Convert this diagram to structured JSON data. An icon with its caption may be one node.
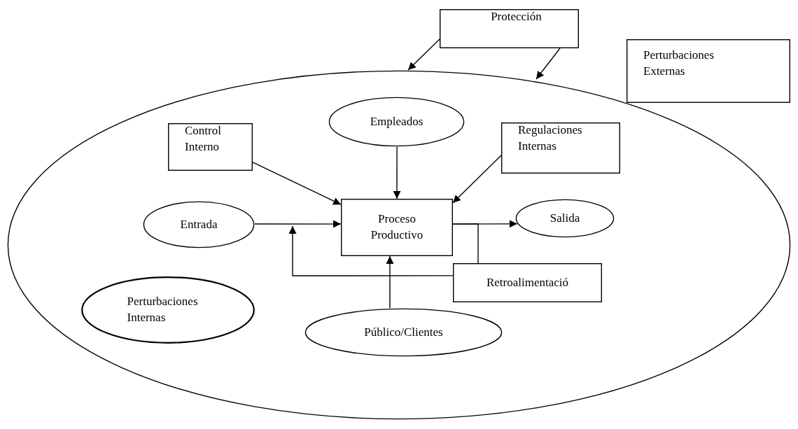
{
  "diagram": {
    "nodes": [
      {
        "text": [],
        "shape": "ellipse"
      },
      {
        "text": [
          "Protección"
        ]
      },
      {
        "text": [
          "Perturbaciones Externas"
        ]
      },
      {
        "text": [
          "Empleados"
        ],
        "in": 0
      },
      {
        "text": [
          "Control Interno"
        ],
        "in": 0
      },
      {
        "text": [
          "Regulaciones Internas"
        ],
        "in": 0
      },
      {
        "text": [
          "Entrada"
        ],
        "in": 0
      },
      {
        "text": [
          "Proceso Productivo"
        ],
        "in": 0
      },
      {
        "text": [
          "Salida"
        ],
        "in": 0
      },
      {
        "text": [
          "Retroalimentació"
        ],
        "in": 0
      },
      {
        "text": [
          "Perturbaciones Internas"
        ],
        "in": 0
      },
      {
        "text": [
          "Público/Clientes"
        ],
        "in": 0
      }
    ],
    "edges": [
      {
        "from": 1,
        "to": 0,
        "arrow": "to"
      },
      {
        "from": 1,
        "to": 0,
        "arrow": "to"
      },
      {
        "from": 3,
        "to": 7,
        "arrow": "to"
      },
      {
        "from": 4,
        "to": 7,
        "arrow": "to"
      },
      {
        "from": 5,
        "to": 7,
        "arrow": "to"
      },
      {
        "from": 6,
        "to": 7,
        "arrow": "to"
      },
      {
        "from": 7,
        "to": 8,
        "arrow": "to"
      },
      {
        "from": 7,
        "to": 9,
        "arrow": "none"
      },
      {
        "from": 9,
        "to": null,
        "arrow": "to"
      },
      {
        "from": 11,
        "to": 7,
        "arrow": "to"
      }
    ]
  }
}
